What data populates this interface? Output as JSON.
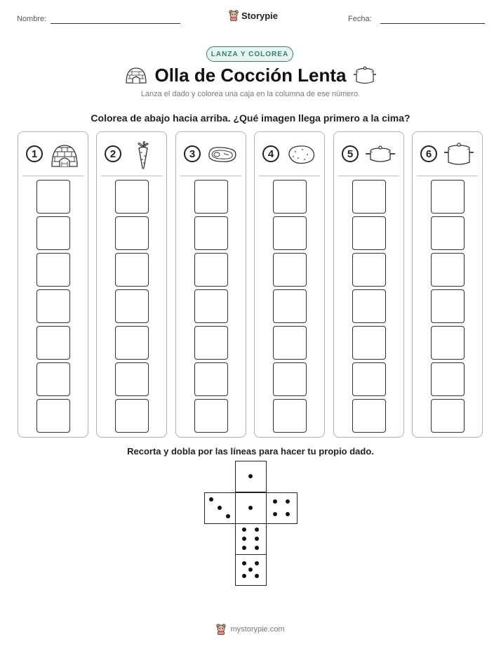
{
  "header": {
    "name_label": "Nombre:",
    "date_label": "Fecha:",
    "brand": "Storypie"
  },
  "badge": "LANZA Y COLOREA",
  "title": "Olla de Cocción Lenta",
  "subtitle": "Lanza el dado y colorea una caja en la columna de ese número.",
  "instruction": "Colorea de abajo hacia arriba. ¿Qué imagen llega primero a la cima?",
  "columns": [
    {
      "number": "1",
      "icon": "igloo-icon"
    },
    {
      "number": "2",
      "icon": "carrot-icon"
    },
    {
      "number": "3",
      "icon": "steak-icon"
    },
    {
      "number": "4",
      "icon": "potato-icon"
    },
    {
      "number": "5",
      "icon": "pan-icon"
    },
    {
      "number": "6",
      "icon": "pot-icon"
    }
  ],
  "boxes_per_column": 7,
  "dice_instruction": "Recorta y dobla por las líneas para hacer tu propio dado.",
  "dice_faces": [
    1,
    3,
    1,
    4,
    6,
    5
  ],
  "footer": "mystorypie.com"
}
